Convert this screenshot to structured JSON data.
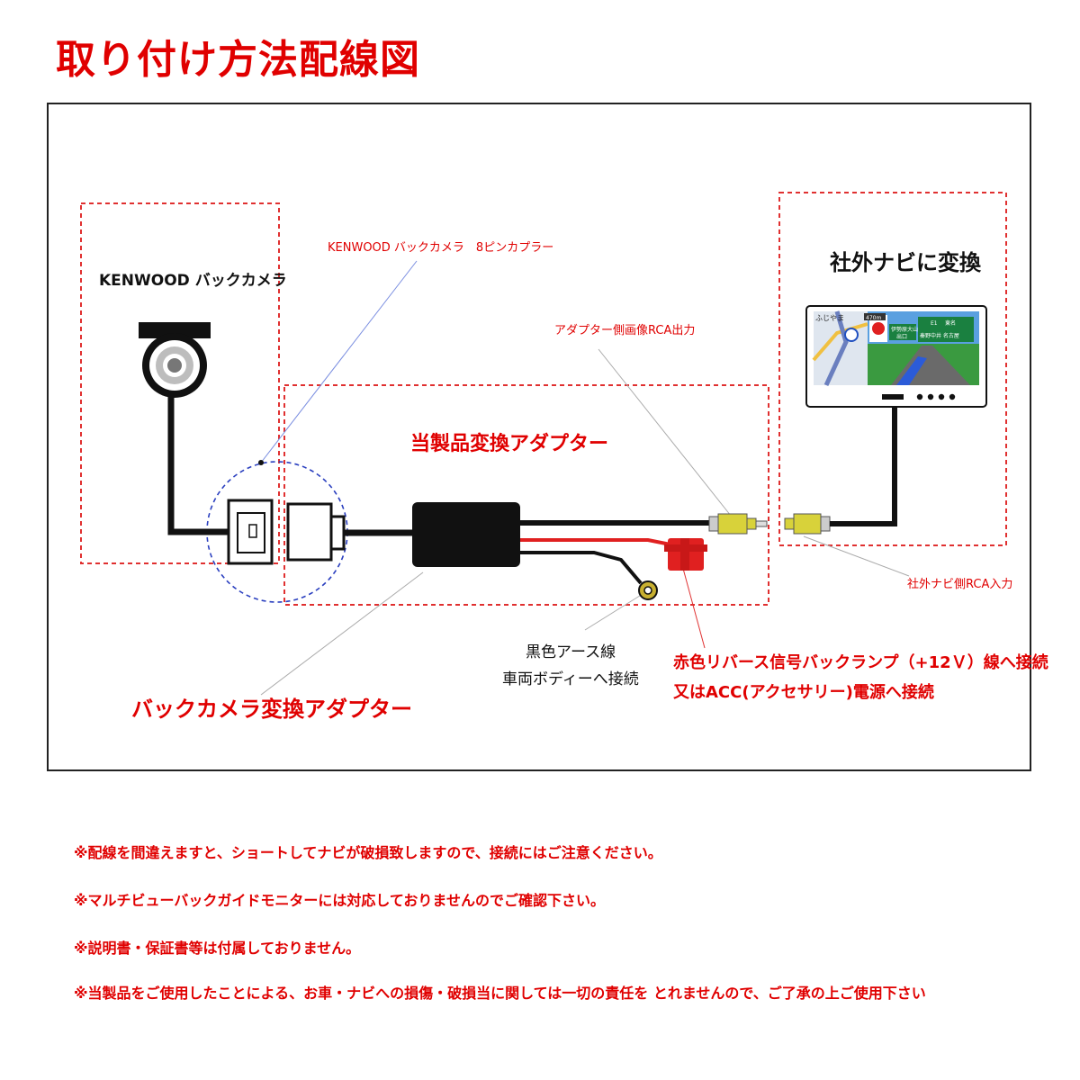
{
  "title": "取り付け方法配線図",
  "labels": {
    "camera_box": "KENWOOD バックカメラ",
    "coupler": "KENWOOD バックカメラ　8ピンカプラー",
    "adapter_rca_out": "アダプター側画像RCA出力",
    "navi_box": "社外ナビに変換",
    "product_adapter": "当製品変換アダプター",
    "navi_rca_in": "社外ナビ側RCA入力",
    "ground_line1": "黒色アース線",
    "ground_line2": "車両ボディーへ接続",
    "red_line1": "赤色リバース信号バックランプ（+12Ｖ）線へ接続",
    "red_line2": "又はACC(アクセサリー)電源へ接続",
    "camera_adapter": "バックカメラ変換アダプター"
  },
  "screen": {
    "place": "ふじやま",
    "distance": "470m",
    "sign1": "伊勢原大山",
    "sign1_sub": "出口",
    "sign2_num": "E1",
    "sign2": "東名",
    "sign3": "秦野中井 名古屋"
  },
  "notes": [
    "※配線を間違えますと、ショートしてナビが破損致しますので、接続にはご注意ください。",
    "※マルチビューバックガイドモニターには対応しておりませんのでご確認下さい。",
    "※説明書・保証書等は付属しておりません。",
    "※当製品をご使用したことによる、お車・ナビへの損傷・破損当に関しては一切の責任を とれませんので、ご了承の上ご使用下さい"
  ],
  "colors": {
    "accent_red": "#e00000",
    "dashed_red": "#e03030",
    "dashed_blue": "#2a3fbf",
    "rca_yellow": "#d8d23a",
    "wire_red": "#e02020"
  }
}
